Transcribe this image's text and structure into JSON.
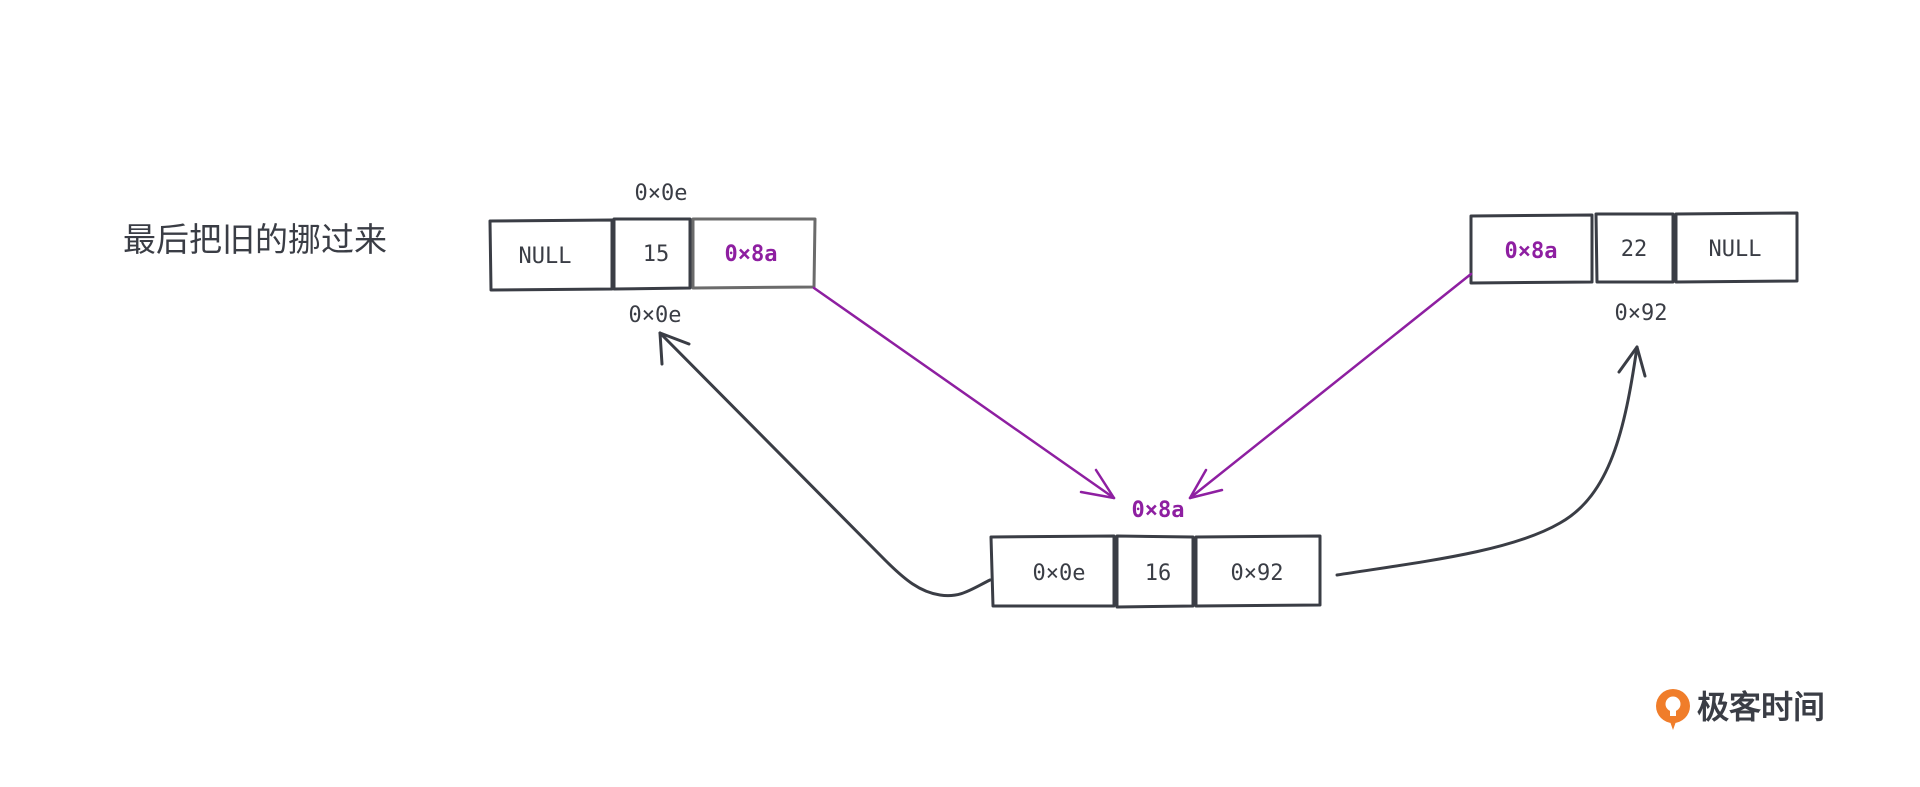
{
  "title": "最后把旧的挪过来",
  "colors": {
    "ink": "#3a3d45",
    "accent": "#8e1fa1",
    "logo_orange": "#f07d2a",
    "text": "#3a3d45"
  },
  "nodes": {
    "left": {
      "address_top": "0×0e",
      "address_bottom": "0×0e",
      "prev": "NULL",
      "value": "15",
      "next": "0×8a"
    },
    "right": {
      "prev": "0×8a",
      "value": "22",
      "next": "NULL",
      "address_bottom": "0×92"
    },
    "middle": {
      "address_top": "0×8a",
      "prev": "0×0e",
      "value": "16",
      "next": "0×92"
    }
  },
  "logo": {
    "text": "极客时间",
    "icon": "geektime-logo-icon"
  }
}
